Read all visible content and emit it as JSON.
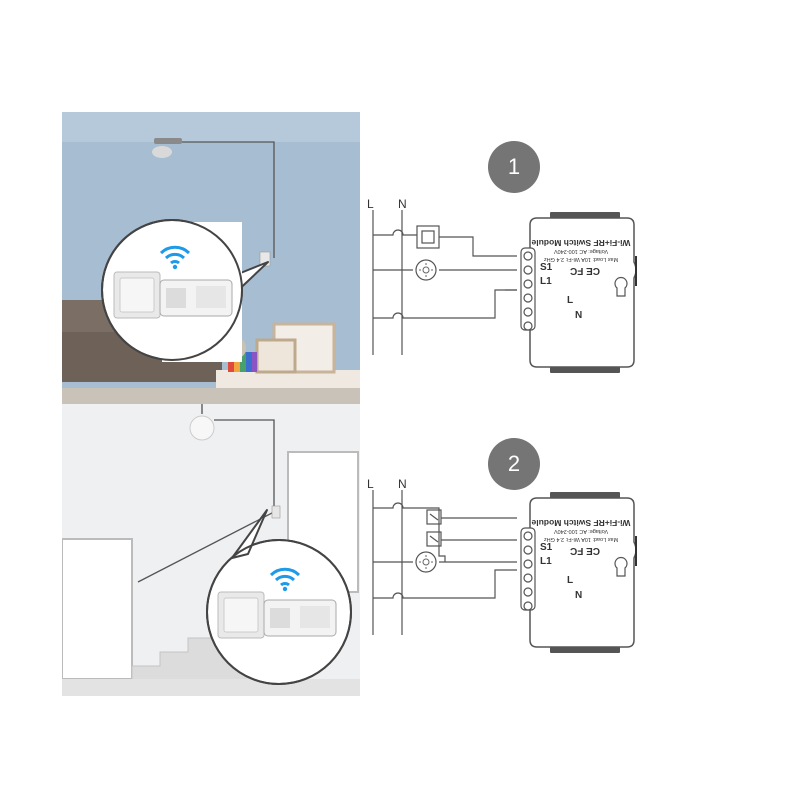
{
  "diagram1": {
    "badge": "1",
    "line_label": "L",
    "neutral_label": "N",
    "module_title": "Wi-Fi+RF Switch Module",
    "module_spec1": "Voltage: AC 100-240V",
    "module_spec2": "Max Load: 10A  Wi-Fi: 2.4 GHz",
    "terminal_s1": "S1",
    "terminal_l1": "L1",
    "terminal_l": "L",
    "terminal_n": "N",
    "cert_marks": "CE FC"
  },
  "diagram2": {
    "badge": "2",
    "line_label": "L",
    "neutral_label": "N",
    "module_title": "Wi-Fi+RF Switch Module",
    "module_spec1": "Voltage: AC 100-240V",
    "module_spec2": "Max Load: 10A  Wi-Fi: 2.4 GHz",
    "terminal_s1": "S1",
    "terminal_l1": "L1",
    "terminal_l": "L",
    "terminal_n": "N",
    "cert_marks": "CE FC"
  },
  "colors": {
    "wall_blue": "#9fb6cc",
    "sofa": "#7b6e64",
    "floor": "#eef0f2",
    "badge_gray": "#757575",
    "wire": "#555555"
  },
  "icons": [
    "wifi-icon",
    "ceiling-lamp-icon",
    "light-bulb-icon",
    "wall-switch-icon",
    "switch-module-icon",
    "lamp-symbol-icon",
    "switch-symbol-icon"
  ]
}
